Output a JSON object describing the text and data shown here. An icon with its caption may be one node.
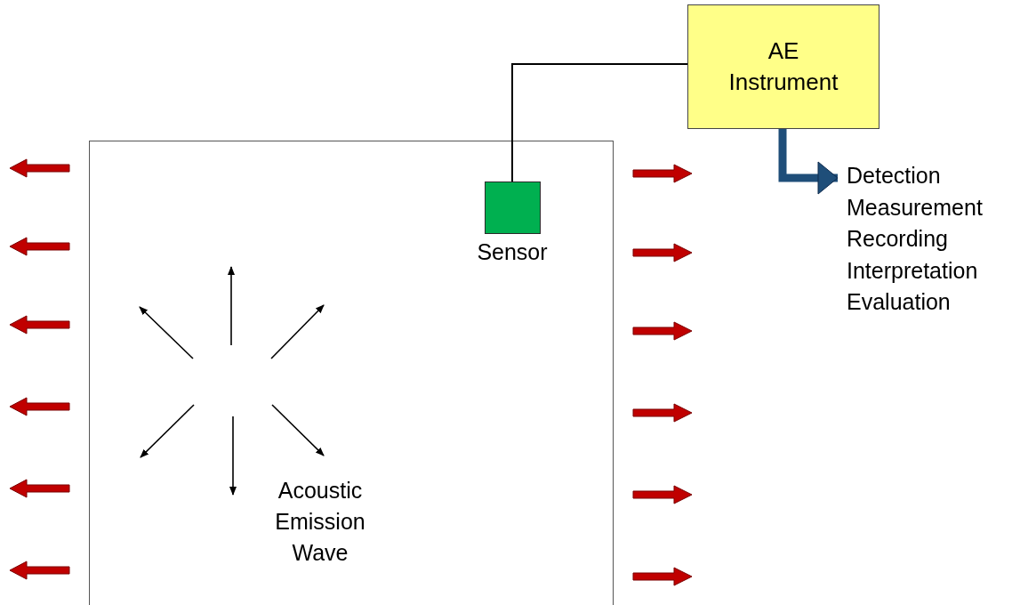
{
  "diagram": {
    "nodes": [
      {
        "text": [],
        "shape": "box"
      },
      {
        "text": [
          "Sensor"
        ],
        "in": 0
      },
      {
        "text": [
          "AE Instrument"
        ]
      },
      {
        "text": [
          "Detection",
          "Measurement",
          "Recording",
          "Interpretation",
          "Evaluation"
        ]
      }
    ],
    "edges": [
      {
        "from": 1,
        "to": 2,
        "arrow": "none"
      },
      {
        "from": 2,
        "to": 3,
        "arrow": "to",
        "style": "thick",
        "color": "#1f4e79"
      }
    ],
    "labels": [
      "Acoustic Emission Wave"
    ]
  }
}
